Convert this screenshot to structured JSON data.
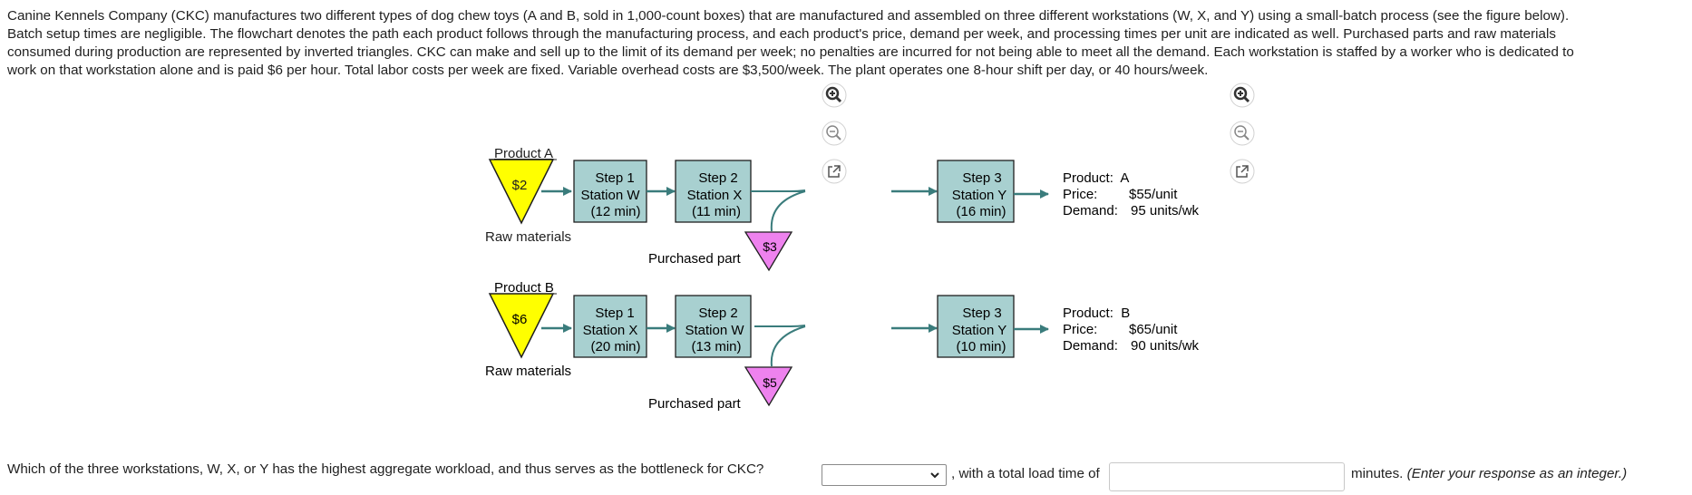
{
  "problem": {
    "intro_line1": "Canine Kennels Company (CKC) manufactures two different types of dog chew toys (A and B, sold in 1,000-count boxes) that are manufactured and assembled on three different workstations (W, X, and Y) using a small-batch process (see the figure below).",
    "intro_line2": "Batch setup times are negligible. The flowchart denotes the path each product follows through the manufacturing process, and each product's price, demand per week, and processing times per unit are indicated as well. Purchased parts and raw materials",
    "intro_line3": "consumed during production are represented by inverted triangles. CKC can make and sell up to the limit of its demand per week; no penalties are incurred for not being able to meet all the demand. Each workstation is staffed by a worker who is dedicated to",
    "intro_line4": "work on that workstation alone and is paid $6 per hour. Total labor costs per week are fixed. Variable overhead costs are $3,500/week. The plant operates one 8-hour shift per day, or 40 hours/week."
  },
  "flowchart": {
    "product_a": {
      "title": "Product A",
      "raw_cost": "$2",
      "raw_label": "Raw materials",
      "step1": {
        "name": "Step 1",
        "station": "Station W",
        "time": "(12 min)"
      },
      "step2": {
        "name": "Step 2",
        "station": "Station X",
        "time": "(11 min)"
      },
      "purchased_cost": "$3",
      "purchased_label": "Purchased part",
      "step3": {
        "name": "Step 3",
        "station": "Station Y",
        "time": "(16 min)"
      },
      "product_line": "Product:  A",
      "price_label": "Price:",
      "price_value": "$55/unit",
      "demand_label": "Demand:",
      "demand_value": "95 units/wk"
    },
    "product_b": {
      "title": "Product B",
      "raw_cost": "$6",
      "raw_label": "Raw materials",
      "step1": {
        "name": "Step 1",
        "station": "Station X",
        "time": "(20 min)"
      },
      "step2": {
        "name": "Step 2",
        "station": "Station W",
        "time": "(13 min)"
      },
      "purchased_cost": "$5",
      "purchased_label": "Purchased part",
      "step3": {
        "name": "Step 3",
        "station": "Station Y",
        "time": "(10 min)"
      },
      "product_line": "Product:  B",
      "price_label": "Price:",
      "price_value": "$65/unit",
      "demand_label": "Demand:",
      "demand_value": "90 units/wk"
    }
  },
  "question": {
    "prefix": "Which of the three workstations, W, X, or Y has the highest aggregate workload, and thus serves as the bottleneck for CKC?",
    "selected_value": "",
    "middle": ", with a total load time of",
    "input_value": "",
    "suffix": "minutes.",
    "note": "(Enter your response as an integer.)"
  },
  "colors": {
    "station_fill": "#a8d0d0",
    "arrow": "#3a7c7c",
    "raw_triangle": "#ffff00",
    "purchased_triangle": "#ee82ee"
  },
  "icons": [
    "zoom-in-icon",
    "zoom-out-icon",
    "open-external-icon"
  ]
}
